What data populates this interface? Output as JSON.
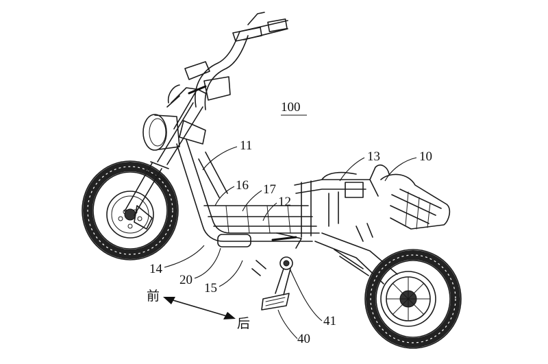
{
  "figure": {
    "ref_main": "100",
    "labels": [
      {
        "id": "11",
        "text": "11"
      },
      {
        "id": "13",
        "text": "13"
      },
      {
        "id": "10",
        "text": "10"
      },
      {
        "id": "16",
        "text": "16"
      },
      {
        "id": "17",
        "text": "17"
      },
      {
        "id": "12",
        "text": "12"
      },
      {
        "id": "14",
        "text": "14"
      },
      {
        "id": "20",
        "text": "20"
      },
      {
        "id": "15",
        "text": "15"
      },
      {
        "id": "41",
        "text": "41"
      },
      {
        "id": "40",
        "text": "40"
      }
    ],
    "direction": {
      "front": "前",
      "rear": "后"
    }
  }
}
